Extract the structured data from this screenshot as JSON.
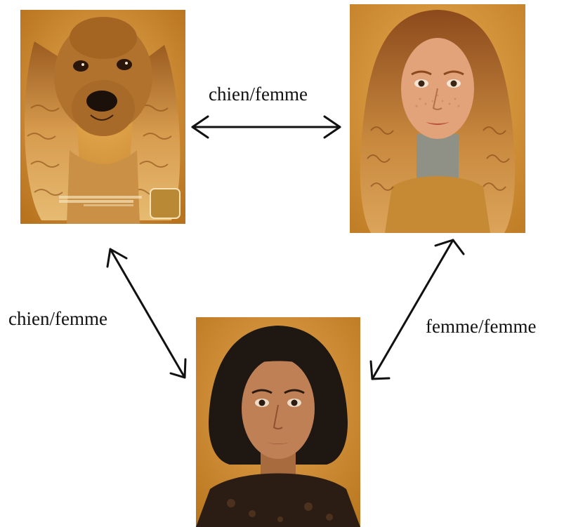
{
  "labels": {
    "top": "chien/femme",
    "left": "chien/femme",
    "right": "femme/femme"
  },
  "nodes": [
    {
      "id": "dog",
      "description_icon": "cocker-spaniel-photo"
    },
    {
      "id": "redhead",
      "description_icon": "curly-redhead-woman-photo"
    },
    {
      "id": "brunette",
      "description_icon": "dark-bob-woman-photo"
    }
  ],
  "colors": {
    "background": "#ffffff",
    "arrow": "#111111",
    "photo_backdrop": "#d89a38",
    "dog_fur": "#c88b3f",
    "red_hair": "#b46d34",
    "dark_hair": "#1e1712"
  }
}
